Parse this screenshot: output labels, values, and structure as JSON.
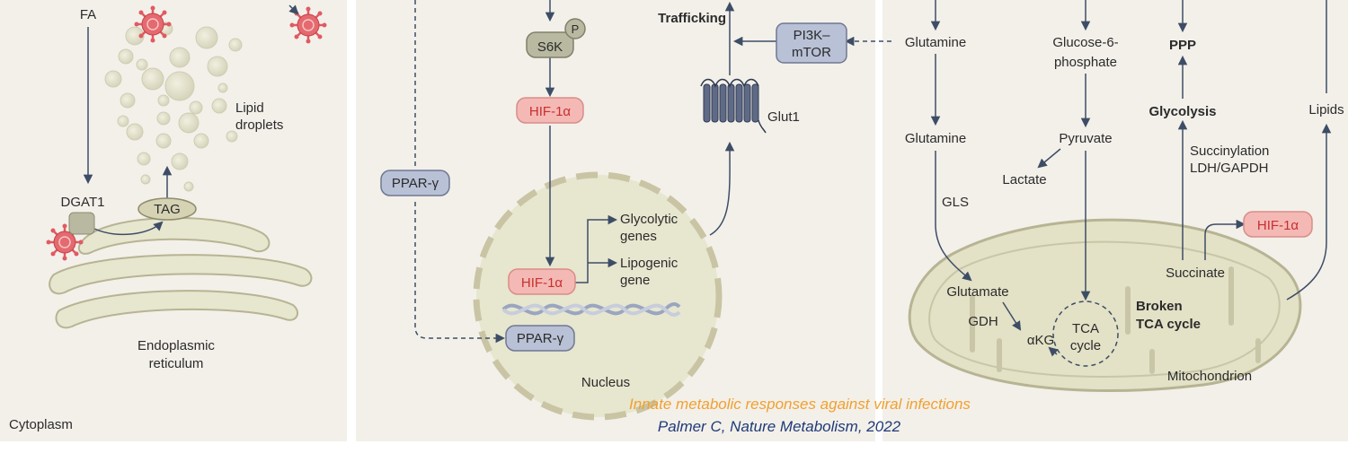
{
  "colors": {
    "panel": "#f3f0ea",
    "arrow": "#3d4d66",
    "pink_box": "#f4b9b5",
    "pink_text": "#c8302f",
    "blue_box": "#b9c1d6",
    "grey_box": "#b8b9a0",
    "organelle": "#e7e6cf",
    "organelle_edge": "#b7b493",
    "virus": "#e05a62",
    "caption_1": "#f0a030",
    "caption_2": "#1f3a78"
  },
  "left": {
    "fa": "FA",
    "lipid_droplets": [
      "Lipid",
      "droplets"
    ],
    "dgat1": "DGAT1",
    "tag": "TAG",
    "er": [
      "Endoplasmic",
      "reticulum"
    ],
    "cytoplasm": "Cytoplasm"
  },
  "middle": {
    "s6k": "S6K",
    "p": "P",
    "hif1a_top": "HIF-1α",
    "trafficking": "Trafficking",
    "pi3k": [
      "PI3K–",
      "mTOR"
    ],
    "glut1": "Glut1",
    "ppar_left": "PPAR-γ",
    "glycolytic": [
      "Glycolytic",
      "genes"
    ],
    "lipogenic": [
      "Lipogenic",
      "gene"
    ],
    "hif1a_nucleus": "HIF-1α",
    "ppar_nucleus": "PPAR-γ",
    "nucleus": "Nucleus"
  },
  "right": {
    "glutamine_1": "Glutamine",
    "glucose6p": [
      "Glucose-6-",
      "phosphate"
    ],
    "ppp": "PPP",
    "glycolysis": "Glycolysis",
    "lipids": "Lipids",
    "glutamine_2": "Glutamine",
    "pyruvate": "Pyruvate",
    "lactate": "Lactate",
    "succinylation": [
      "Succinylation",
      "LDH/GAPDH"
    ],
    "gls": "GLS",
    "hif1a": "HIF-1α",
    "succinate": "Succinate",
    "glutamate": "Glutamate",
    "broken_tca": [
      "Broken",
      "TCA cycle"
    ],
    "gdh": "GDH",
    "akg": "αKG",
    "tca": [
      "TCA",
      "cycle"
    ],
    "mitochondrion": "Mitochondrion"
  },
  "caption": {
    "line1": "Innate metabolic responses against viral infections",
    "line2": "Palmer C, Nature Metabolism, 2022"
  }
}
